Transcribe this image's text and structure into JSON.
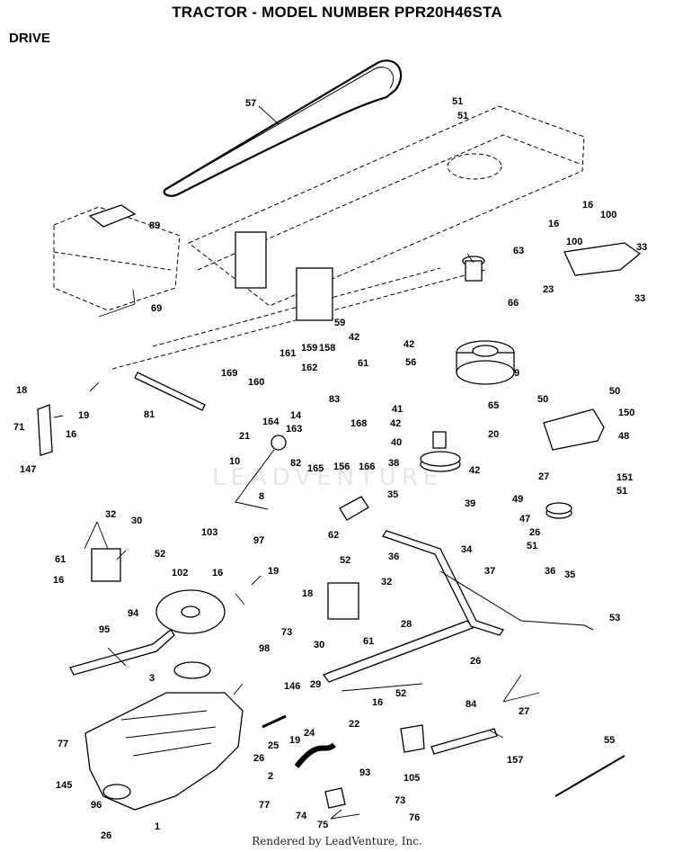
{
  "title": "TRACTOR - MODEL NUMBER PPR20H46STA",
  "subtitle": "DRIVE",
  "watermark": "LEADVENTURE",
  "footer": "Rendered by LeadVenture, Inc.",
  "callouts": [
    "57",
    "51",
    "51",
    "89",
    "69",
    "63",
    "16",
    "16",
    "100",
    "100",
    "33",
    "23",
    "33",
    "66",
    "59",
    "42",
    "42",
    "61",
    "56",
    "9",
    "161",
    "159",
    "158",
    "169",
    "160",
    "162",
    "14",
    "83",
    "41",
    "65",
    "18",
    "19",
    "71",
    "16",
    "81",
    "164",
    "163",
    "168",
    "42",
    "20",
    "50",
    "50",
    "150",
    "48",
    "147",
    "21",
    "82",
    "165",
    "156",
    "166",
    "40",
    "38",
    "42",
    "27",
    "151",
    "51",
    "49",
    "47",
    "26",
    "51",
    "10",
    "8",
    "39",
    "35",
    "62",
    "36",
    "34",
    "32",
    "30",
    "52",
    "61",
    "16",
    "103",
    "97",
    "102",
    "16",
    "19",
    "18",
    "94",
    "73",
    "98",
    "52",
    "32",
    "30",
    "61",
    "37",
    "36",
    "35",
    "53",
    "95",
    "28",
    "3",
    "29",
    "146",
    "26",
    "27",
    "77",
    "16",
    "52",
    "84",
    "22",
    "19",
    "24",
    "25",
    "26",
    "2",
    "105",
    "157",
    "93",
    "145",
    "96",
    "77",
    "73",
    "74",
    "75",
    "76",
    "26",
    "1",
    "55"
  ]
}
